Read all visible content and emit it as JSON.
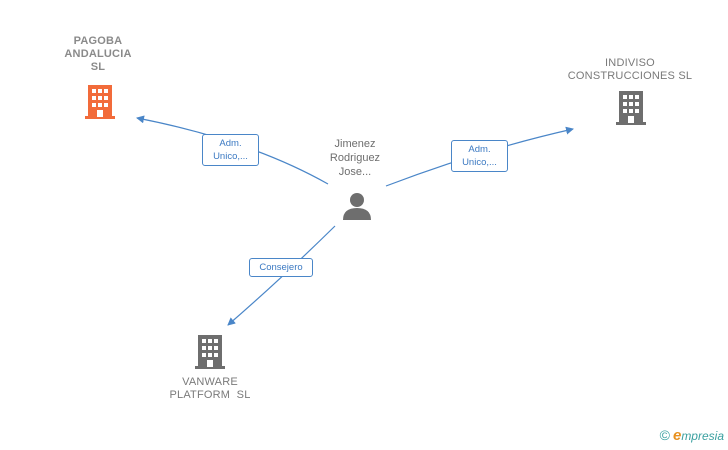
{
  "nodes": {
    "pagoba": {
      "lines": [
        "PAGOBA",
        "ANDALUCIA",
        "SL"
      ],
      "icon": "building-icon",
      "color": "#f26b3a"
    },
    "indiviso": {
      "lines": [
        "INDIVISO",
        "CONSTRUCCIONES SL"
      ],
      "icon": "building-icon",
      "color": "#6e6e6e"
    },
    "vanware": {
      "lines": [
        "VANWARE",
        "PLATFORM  SL"
      ],
      "icon": "building-icon",
      "color": "#6e6e6e"
    },
    "person": {
      "lines": [
        "Jimenez",
        "Rodriguez",
        "Jose..."
      ],
      "icon": "person-icon",
      "color": "#6e6e6e"
    }
  },
  "edges": {
    "to_pagoba": {
      "lines": [
        "Adm.",
        "Unico,..."
      ]
    },
    "to_indiviso": {
      "lines": [
        "Adm.",
        "Unico,..."
      ]
    },
    "to_vanware": {
      "lines": [
        "Consejero"
      ]
    }
  },
  "brand": {
    "copyright": "©",
    "initial": "e",
    "rest": "mpresia"
  },
  "colors": {
    "edge": "#4a86c8"
  }
}
